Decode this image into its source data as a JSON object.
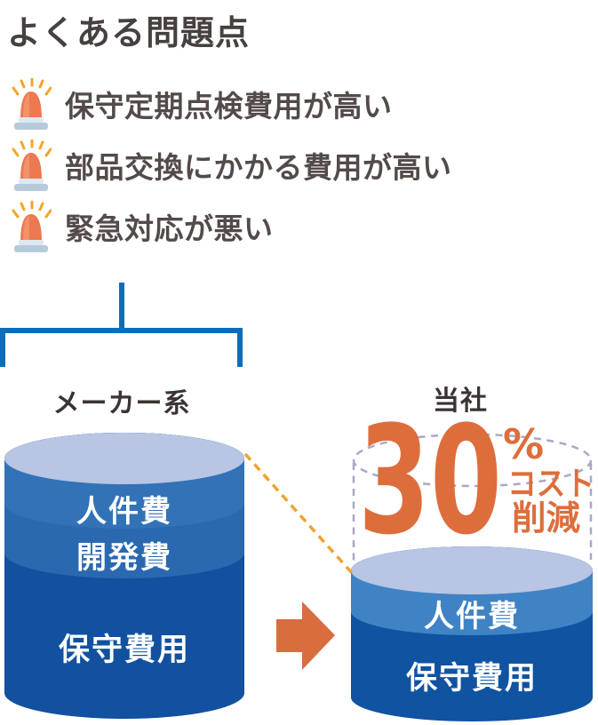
{
  "title": "よくある問題点",
  "problems": [
    {
      "label": "保守定期点検費用が高い"
    },
    {
      "label": "部品交換にかかる費用が高い"
    },
    {
      "label": "緊急対応が悪い"
    }
  ],
  "comparison": {
    "left": {
      "label": "メーカー系",
      "segments": {
        "s1": "人件費",
        "s2": "開発費",
        "s3": "保守費用"
      }
    },
    "right": {
      "label": "当社",
      "segments": {
        "s1": "人件費",
        "s2": "保守費用"
      },
      "reduction": {
        "value": "30",
        "unit": "%",
        "line1": "コスト",
        "line2": "削減"
      }
    }
  },
  "colors": {
    "title_text": "#46403f",
    "body_text": "#534b49",
    "bracket_blue": "#0e6cb8",
    "cylinder_top": "#b8c5e3",
    "left_band1": "#3273b8",
    "left_band2": "#2a69b0",
    "left_band3": "#11519f",
    "right_band1": "#4083c5",
    "right_band2": "#0f53a1",
    "accent_orange": "#dd6e3c",
    "arrow_orange": "#d96d3d",
    "dashed_ghost": "#aba7c7",
    "dashed_diagonal": "#f0a233",
    "siren_body": "#ed7950",
    "siren_base": "#b7cadb",
    "siren_rays": "#f3a52b"
  }
}
